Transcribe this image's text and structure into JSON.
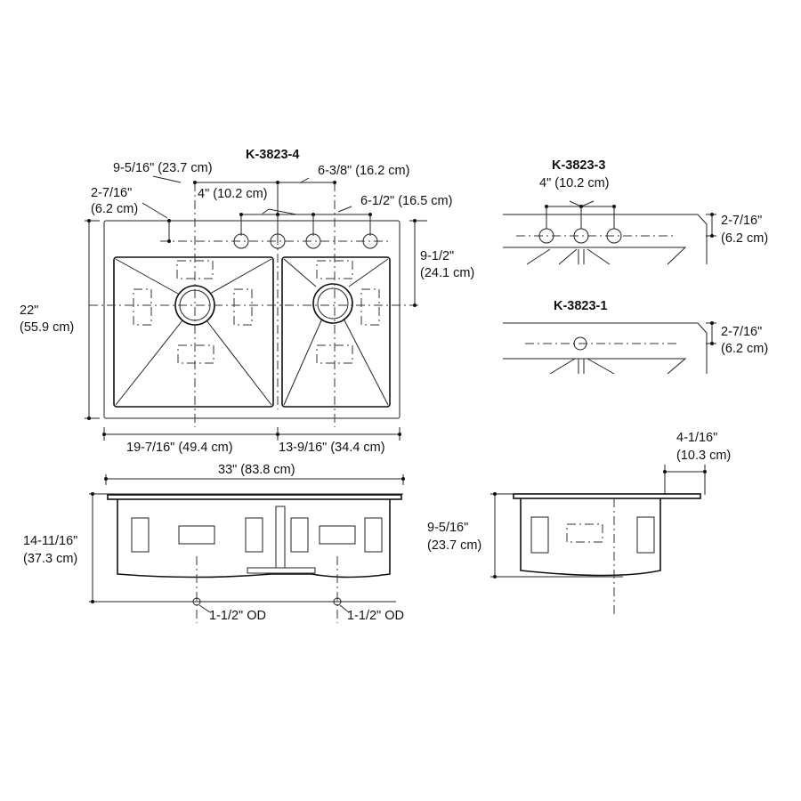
{
  "titles": {
    "main": "K-3823-4",
    "three_hole": "K-3823-3",
    "one_hole": "K-3823-1"
  },
  "top_view": {
    "dim_9_5_16": "9-5/16\" (23.7 cm)",
    "dim_6_3_8": "6-3/8\" (16.2 cm)",
    "dim_4": "4\" (10.2 cm)",
    "dim_6_1_2": "6-1/2\" (16.5 cm)",
    "dim_2_7_16_a": "2-7/16\"",
    "dim_2_7_16_b": "(6.2 cm)",
    "dim_9_1_2_a": "9-1/2\"",
    "dim_9_1_2_b": "(24.1 cm)",
    "dim_22_a": "22\"",
    "dim_22_b": "(55.9 cm)",
    "dim_19_7_16": "19-7/16\" (49.4 cm)",
    "dim_13_9_16": "13-9/16\" (34.4 cm)"
  },
  "front_view": {
    "dim_33": "33\" (83.8 cm)",
    "dim_14_11_16_a": "14-11/16\"",
    "dim_14_11_16_b": "(37.3 cm)",
    "od_left": "1-1/2\" OD",
    "od_right": "1-1/2\" OD"
  },
  "three_hole": {
    "dim_4": "4\" (10.2 cm)",
    "dim_a": "2-7/16\"",
    "dim_b": "(6.2 cm)"
  },
  "one_hole": {
    "dim_a": "2-7/16\"",
    "dim_b": "(6.2 cm)"
  },
  "side_view": {
    "dim_4_1_16_a": "4-1/16\"",
    "dim_4_1_16_b": "(10.3 cm)",
    "dim_9_5_16_a": "9-5/16\"",
    "dim_9_5_16_b": "(23.7 cm)"
  }
}
